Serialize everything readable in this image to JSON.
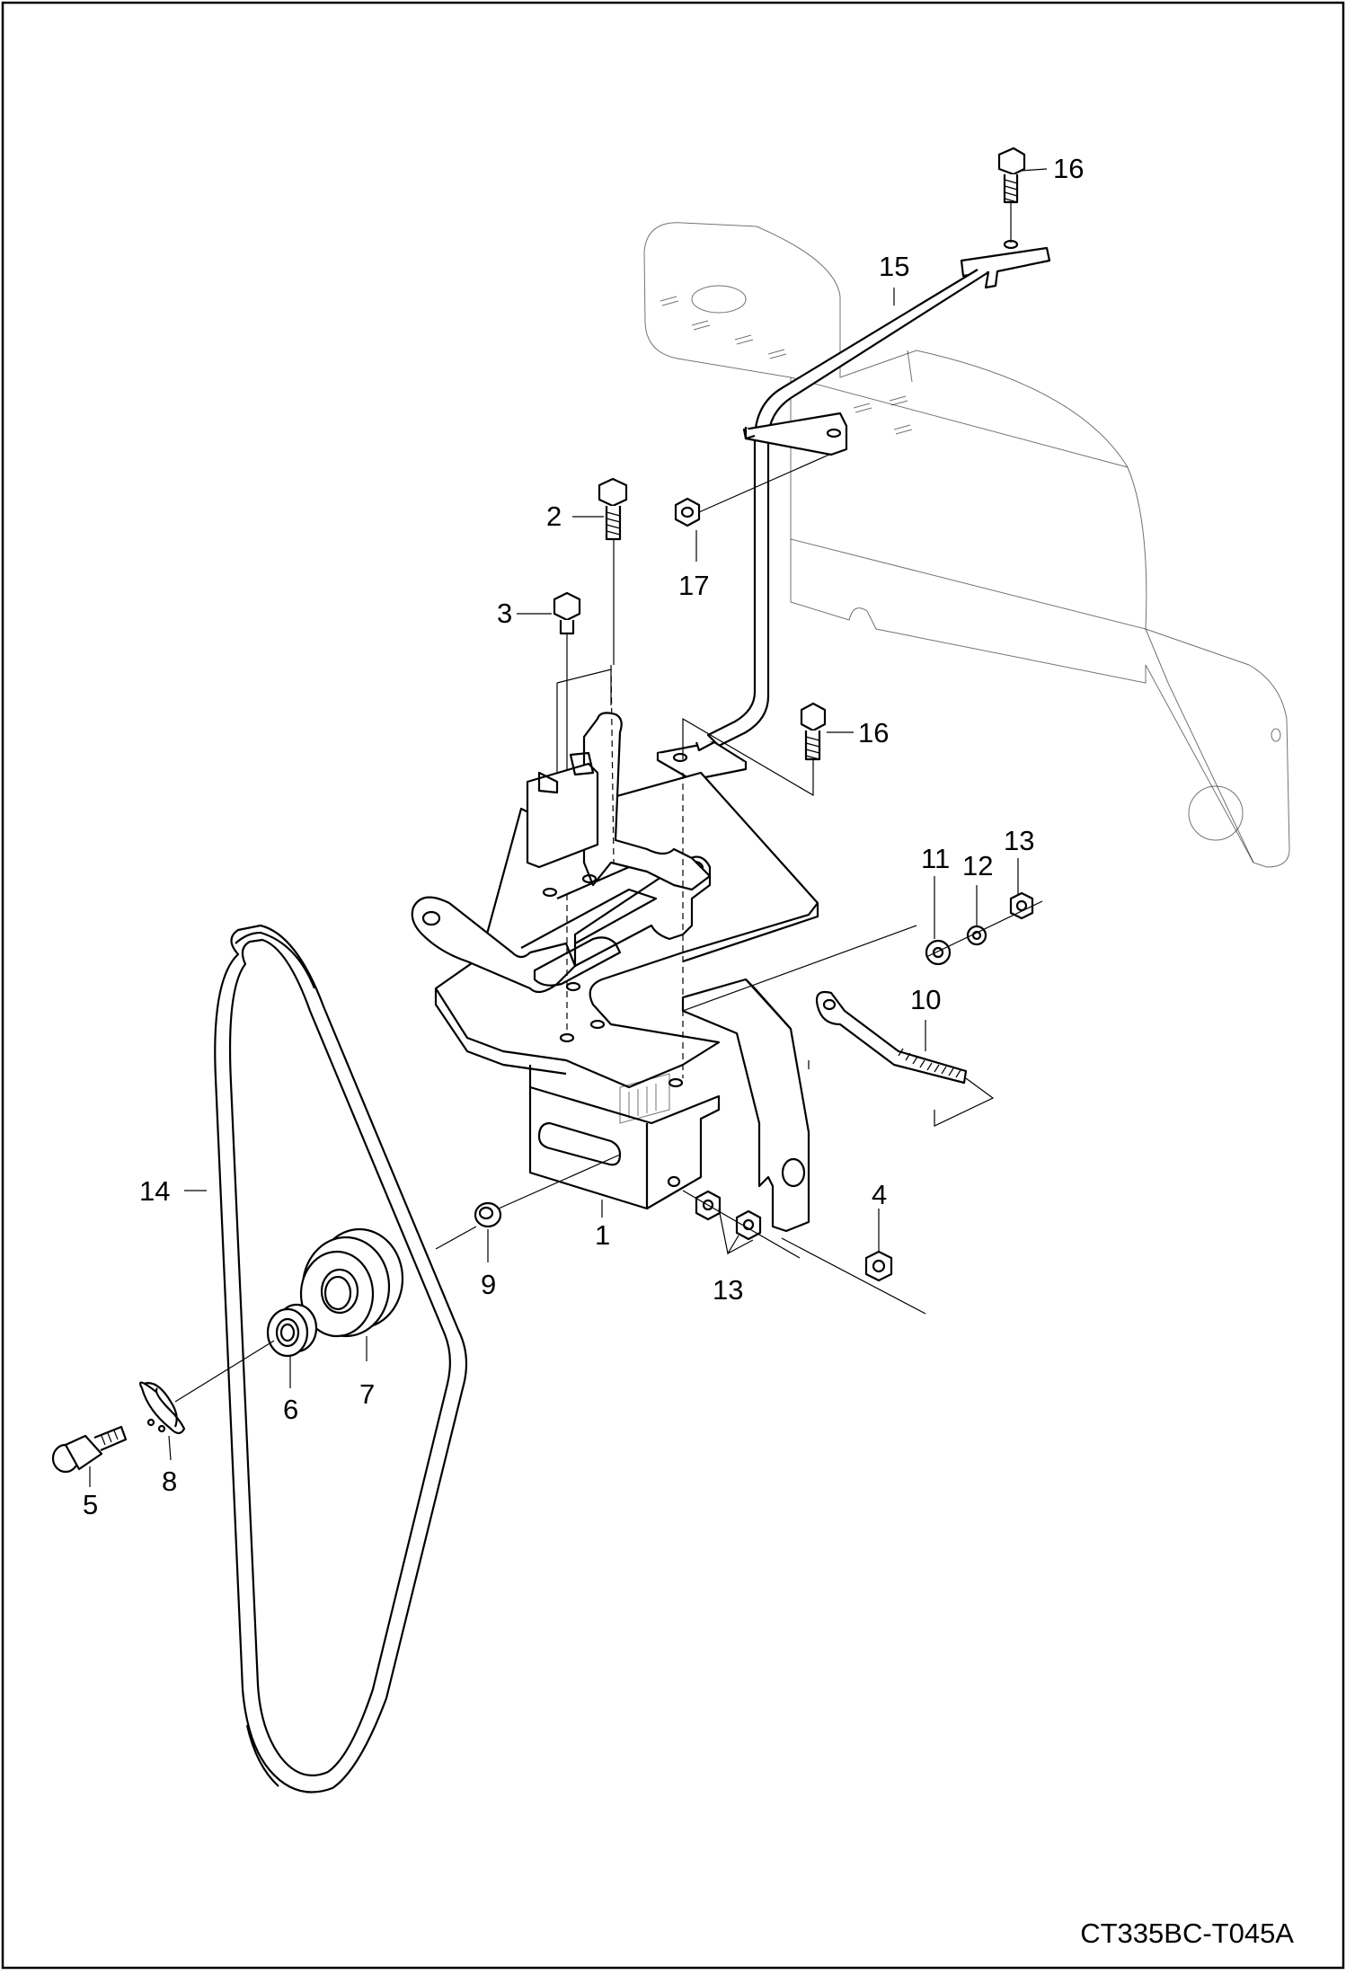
{
  "diagram": {
    "drawing_code": "CT335BC-T045A",
    "callouts": {
      "p1": "1",
      "p2": "2",
      "p3": "3",
      "p4": "4",
      "p5": "5",
      "p6": "6",
      "p7": "7",
      "p8": "8",
      "p9": "9",
      "p10": "10",
      "p11": "11",
      "p12": "12",
      "p13a": "13",
      "p13b": "13",
      "p14": "14",
      "p15": "15",
      "p16a": "16",
      "p16b": "16",
      "p17": "17"
    }
  }
}
